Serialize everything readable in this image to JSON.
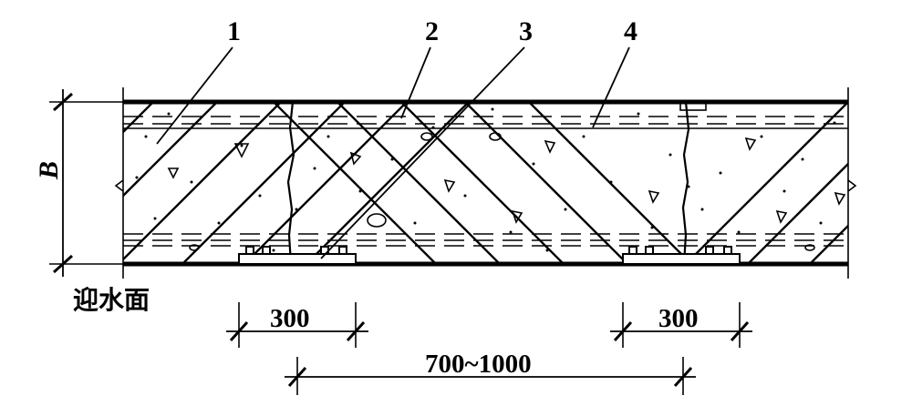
{
  "callouts": [
    "1",
    "2",
    "3",
    "4"
  ],
  "thickness_label": "B",
  "upstream_face_label": "迎水面",
  "dimensions": {
    "joint_width_left": "300",
    "joint_width_right": "300",
    "joint_spacing": "700~1000"
  }
}
